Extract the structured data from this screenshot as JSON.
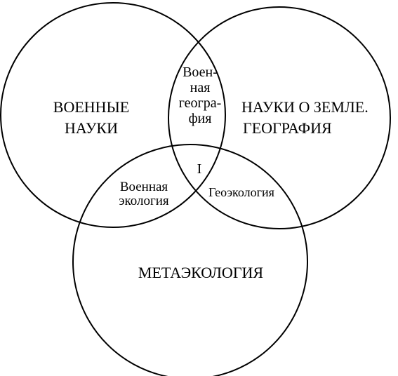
{
  "diagram": {
    "sets": {
      "military_sciences": [
        "ВОЕННЫЕ",
        "НАУКИ"
      ],
      "earth_sciences": [
        "НАУКИ О ЗЕМЛЕ.",
        "ГЕОГРАФИЯ"
      ],
      "metaecology": "МЕТАЭКОЛОГИЯ"
    },
    "intersections": {
      "military_geography": [
        "Воен-",
        "ная",
        "геогра-",
        "фия"
      ],
      "military_ecology": [
        "Военная",
        "экология"
      ],
      "geoecology": "Геоэкология",
      "center": "I"
    }
  }
}
